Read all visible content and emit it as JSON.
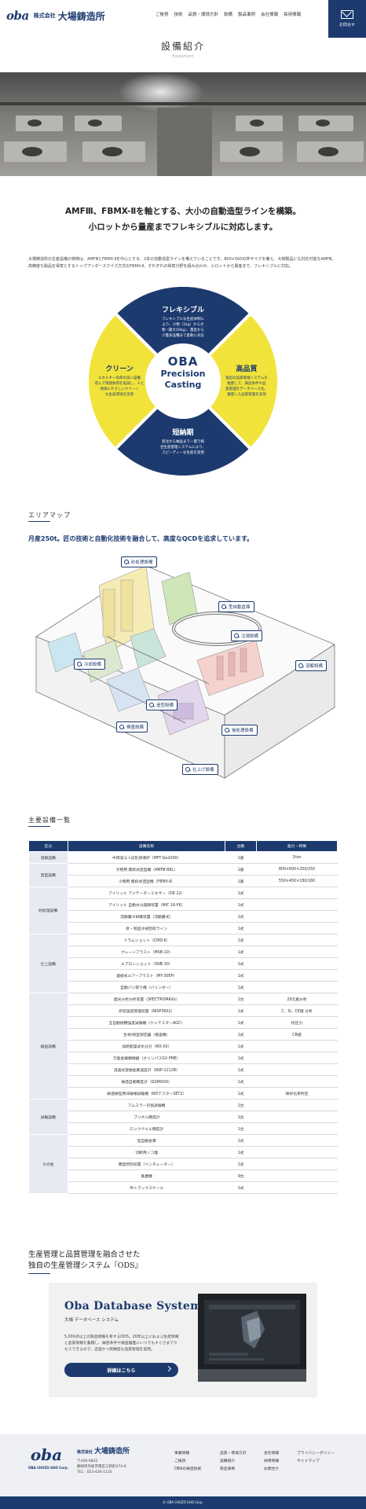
{
  "header": {
    "logo_mark": "oba",
    "logo_small": "株式会社",
    "logo_name": "大場鋳造所",
    "nav": [
      "ご挨拶",
      "技術",
      "品質・環境方針",
      "設備",
      "製品事例",
      "会社情報",
      "採用情報"
    ],
    "contact": "お問合せ"
  },
  "page_title": {
    "ja": "設備紹介",
    "en": "Equipment"
  },
  "lead": {
    "line1": "AMFⅢ、FBMX-Ⅱを軸とする、大小の自動造型ラインを構築。",
    "line2": "小ロットから量産までフレキシブルに対応します。"
  },
  "intro": "大場鋳造所の生産設備の特徴は、AMFⅢとFBMX-Ⅱを中心とする、2本の自動造型ラインを備えていることです。800×500の枠サイズを備え、大物製品にも対応可能なAMFⅢ、高精度な製品を得意とするトップアンダースクイズ方式のFBMX-Ⅱ、それぞれの得意分野を組み合わせ、小ロットから量産まで、フレキシブルに対応。",
  "wheel": {
    "center1": "OBA",
    "center2": "Precision",
    "center3": "Casting",
    "top": {
      "title": "フレキシブル",
      "desc": [
        "フレキシブルな生産体制に",
        "より、小物（1kg）から大",
        "物（最大50kg）、量産から",
        "少量多品種まで柔軟に対応"
      ]
    },
    "right": {
      "title": "高品質",
      "desc": [
        "独自の品質管理システムを",
        "駆使して、鋳造条件や品",
        "質管理をデータベース化。",
        "徹底した品質管理を実現"
      ]
    },
    "bottom": {
      "title": "短納期",
      "desc": [
        "受注から納品まで一貫で総",
        "合生産管理システムにより、",
        "スピーディーな生産を実現"
      ]
    },
    "left": {
      "title": "クリーン",
      "desc": [
        "エネルギー効率の良い設備",
        "導入で環境負荷を低減し、人と",
        "地球にやさしいクリーン",
        "な生産環境を実現"
      ]
    },
    "colors": {
      "navy": "#1c3a6e",
      "yellow": "#f2e33a"
    }
  },
  "area": {
    "label": "エリアマップ",
    "lead": "月産250t。匠の技術と自動化技術を融合して、高度なQCDを追求しています。",
    "tags": [
      "砂処理設備",
      "型自動倉庫",
      "注湯設備",
      "溶解設備",
      "冷却設備",
      "造型設備",
      "検査設備",
      "後処理設備",
      "仕上げ設備"
    ]
  },
  "equipment": {
    "label": "主要設備一覧",
    "headers": [
      "区分",
      "設備名称",
      "台数",
      "能力・特徴"
    ],
    "groups": [
      {
        "cat": "溶解設備",
        "rows": [
          [
            "中周波るつぼ形誘導炉（MFT-Ge2000）",
            "1基",
            "2ton"
          ]
        ]
      },
      {
        "cat": "造型設備",
        "rows": [
          [
            "大物用 無枠式造型機（AMFⅢ-88L）",
            "1基",
            "800×600×250/250"
          ],
          [
            "小物用 無枠式造型機（FBMX-Ⅱ）",
            "1基",
            "550×450×180/180"
          ]
        ]
      },
      {
        "cat": "砂処理設備",
        "rows": [
          [
            "アイリッヒ アジテーターミキサー（DE-22）",
            "1式",
            ""
          ],
          [
            "アイリッヒ 自動水分調節装置（MIC 16-FK）",
            "1式",
            ""
          ],
          [
            "流動層冷却機装置（流動層式）",
            "1式",
            ""
          ],
          [
            "砂・製品冷却回収ライン",
            "1式",
            ""
          ]
        ]
      },
      {
        "cat": "仕上設備",
        "rows": [
          [
            "ドラムショット（CMD-Ⅱ）",
            "1式",
            ""
          ],
          [
            "クレーンブラスト（MSB-10）",
            "1式",
            ""
          ],
          [
            "エプロンショット（SNB-30）",
            "1式",
            ""
          ],
          [
            "連続式エアーブラスト（MY-30EP）",
            "1式",
            ""
          ],
          [
            "自動バリ取り機（バリンダー）",
            "1式",
            ""
          ]
        ]
      },
      {
        "cat": "検査設備",
        "rows": [
          [
            "発光分析分析装置（SPECTROMAXx）",
            "1台",
            "29元素分析"
          ],
          [
            "炉前温度管理装置（NISP3602）",
            "1式",
            "C、Si、CE値 分析"
          ],
          [
            "全自動接種強度試験機（ケニテスターAGC）",
            "1式",
            "抗圧力"
          ],
          [
            "生材/焼型測定器（検査機）",
            "1式",
            "CB値"
          ],
          [
            "加熱乾燥式水分計（MX-50）",
            "1式",
            ""
          ],
          [
            "万能金属顕微鏡（オリンパスGX PME）",
            "1式",
            ""
          ],
          [
            "浸透式溶融金属温度計（NSP-1212B）",
            "1式",
            ""
          ],
          [
            "鋳造自動硬度計（GSMOOX）",
            "1式",
            ""
          ],
          [
            "鋳造鋳型用非破壊試験機（NDテスターSET2）",
            "1式",
            "球状化率判定"
          ]
        ]
      },
      {
        "cat": "試験設備",
        "rows": [
          [
            "アムスラー引張試験機",
            "1台",
            ""
          ],
          [
            "ブリネル硬度計",
            "1台",
            ""
          ],
          [
            "ロックウェル硬度計",
            "1台",
            ""
          ]
        ]
      },
      {
        "cat": "その他",
        "rows": [
          [
            "型自動倉庫",
            "1式",
            ""
          ],
          [
            "切断用ノコ盤",
            "1式",
            ""
          ],
          [
            "硬度所別装置（ベンチレーター）",
            "1式",
            ""
          ],
          [
            "集塵機",
            "9台",
            ""
          ],
          [
            "4tトラックスケール",
            "1式",
            ""
          ]
        ]
      }
    ]
  },
  "ods": {
    "lead1": "生産管理と品質管理を融合させた",
    "lead2": "独自の生産管理システム『ODS』",
    "title": "Oba Database System",
    "subtitle": "大場 データベース システム",
    "desc": "5,000点以上の製品情報を有するODS。20年以上におよぶ生産情報と品質情報を蓄積し、鋳造条件や検査履歴にいつでもすぐさまアクセスできるので、迅速かつ高精度な品質管理を実現。",
    "button": "詳細はこちら"
  },
  "footer": {
    "logo_mark": "oba",
    "logo_en": "OBA CHUZO SHO Corp.",
    "company_small": "株式会社",
    "company": "大場鋳造所",
    "address1": "〒430-0833",
    "address2": "静岡県浜松市南区三新町474-6",
    "tel": "TEL：053-426-1210",
    "col1": [
      "事業情報",
      "ご挨拶",
      "OBAの鋳造技術"
    ],
    "col2": [
      "品質・環境方針",
      "設備紹介",
      "製品事例"
    ],
    "col3": [
      "会社情報",
      "採用情報",
      "お問合せ"
    ],
    "col4": [
      "プライバシーポリシー",
      "サイトマップ"
    ],
    "copyright": "© OBA CHUZO SHO Corp."
  }
}
